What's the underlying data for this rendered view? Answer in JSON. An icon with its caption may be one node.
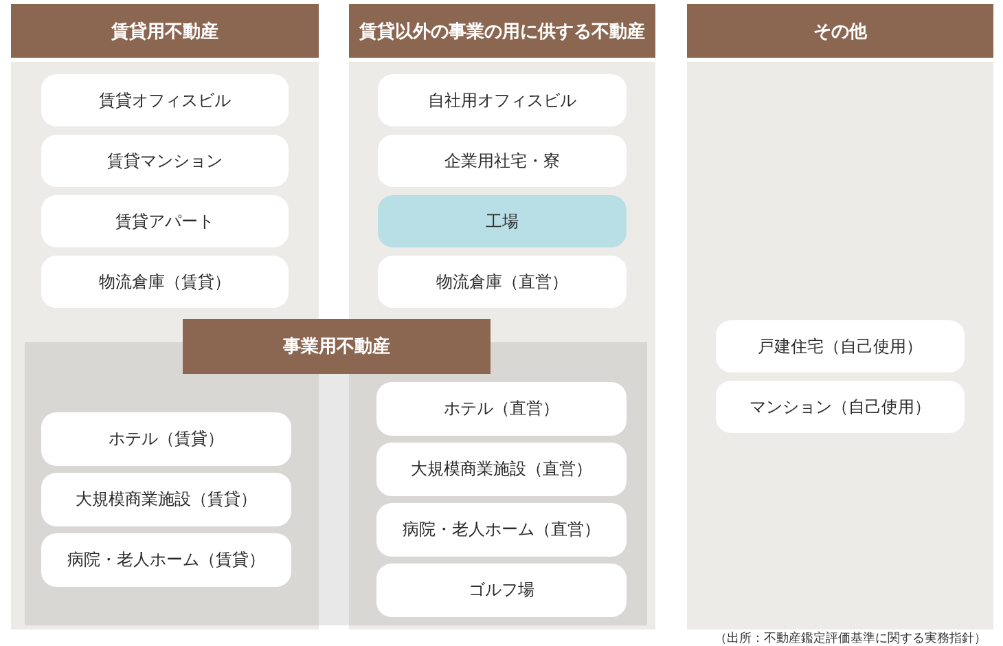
{
  "diagram": {
    "nodes": [
      {
        "text": [
          "賃貸用不動産"
        ]
      },
      {
        "text": [
          "賃貸オフィスビル"
        ],
        "in": 0
      },
      {
        "text": [
          "賃貸マンション"
        ],
        "in": 0
      },
      {
        "text": [
          "賃貸アパート"
        ],
        "in": 0
      },
      {
        "text": [
          "物流倉庫（賃貸）"
        ],
        "in": 0
      },
      {
        "text": [
          "賃貸以外の事業の用に供する不動産"
        ]
      },
      {
        "text": [
          "自社用オフィスビル"
        ],
        "in": 5
      },
      {
        "text": [
          "企業用社宅・寮"
        ],
        "in": 5
      },
      {
        "text": [
          "工場"
        ],
        "in": 5
      },
      {
        "text": [
          "物流倉庫（直営）"
        ],
        "in": 5
      },
      {
        "text": [
          "その他"
        ]
      },
      {
        "text": [
          "戸建住宅（自己使用）"
        ],
        "in": 10
      },
      {
        "text": [
          "マンション（自己使用）"
        ],
        "in": 10
      },
      {
        "text": [
          "事業用不動産"
        ]
      },
      {
        "text": [
          "ホテル（賃貸）"
        ]
      },
      {
        "text": [
          "大規模商業施設（賃貸）"
        ]
      },
      {
        "text": [
          "病院・老人ホーム（賃貸）"
        ]
      },
      {
        "text": [
          "ホテル（直営）"
        ]
      },
      {
        "text": [
          "大規模商業施設（直営）"
        ]
      },
      {
        "text": [
          "病院・老人ホーム（直営）"
        ]
      },
      {
        "text": [
          "ゴルフ場"
        ]
      }
    ],
    "labels": [
      "（出所：不動産鑑定評価基準に関する実務指針）"
    ]
  }
}
